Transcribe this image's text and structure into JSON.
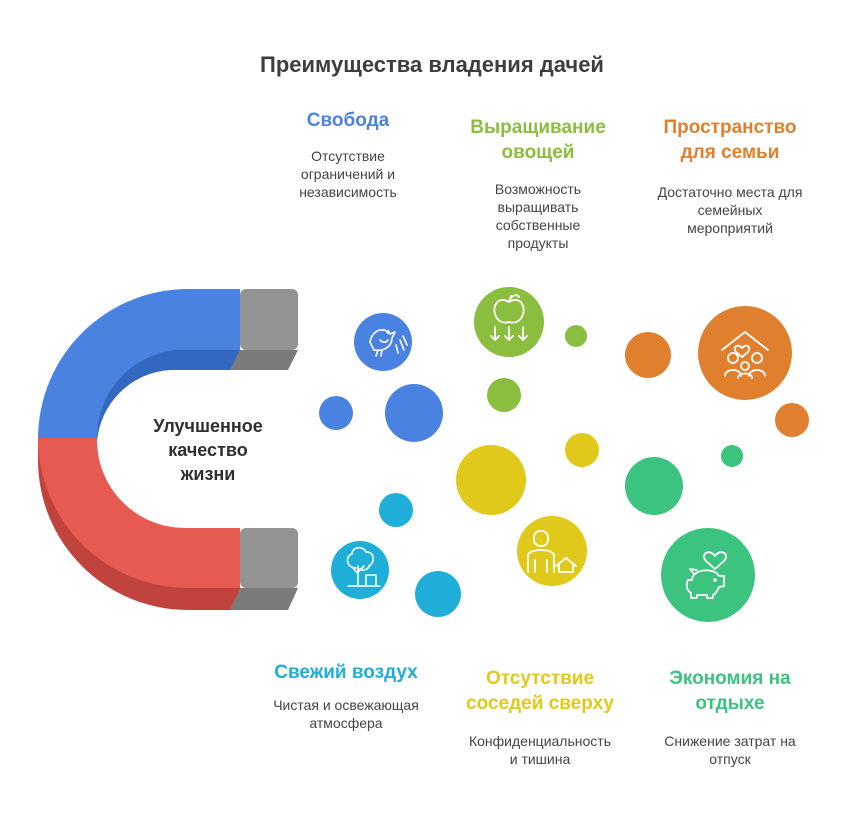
{
  "title": "Преимущества владения дачей",
  "center_label": "Улучшенное\nкачество\nжизни",
  "colors": {
    "blue": "#4a82e2",
    "red": "#e65a52",
    "gray": "#939393",
    "green": "#8bbd3e",
    "orange": "#e0802e",
    "yellow": "#e0c91a",
    "cyan": "#1faed8",
    "emerald": "#3cc37f"
  },
  "benefits": [
    {
      "id": "freedom",
      "title": "Свобода",
      "description": "Отсутствие\nограничений и\nнезависимость",
      "color": "#4a82e2",
      "icon": "bird-icon"
    },
    {
      "id": "vegetables",
      "title": "Выращивание\nовощей",
      "description": "Возможность\nвыращивать\nсобственные\nпродукты",
      "color": "#8bbd3e",
      "icon": "apple-icon"
    },
    {
      "id": "family-space",
      "title": "Пространство\nдля семьи",
      "description": "Достаточно места для\nсемейных\nмероприятий",
      "color": "#e0802e",
      "icon": "family-home-icon"
    },
    {
      "id": "fresh-air",
      "title": "Свежий воздух",
      "description": "Чистая и освежающая\nатмосфера",
      "color": "#1faed8",
      "icon": "tree-icon"
    },
    {
      "id": "no-neighbors",
      "title": "Отсутствие\nсоседей сверху",
      "description": "Конфиденциальность\nи тишина",
      "color": "#e0c91a",
      "icon": "person-house-icon"
    },
    {
      "id": "vacation-savings",
      "title": "Экономия на\nотдыхе",
      "description": "Снижение затрат на\nотпуск",
      "color": "#3cc37f",
      "icon": "piggy-bank-icon"
    }
  ]
}
